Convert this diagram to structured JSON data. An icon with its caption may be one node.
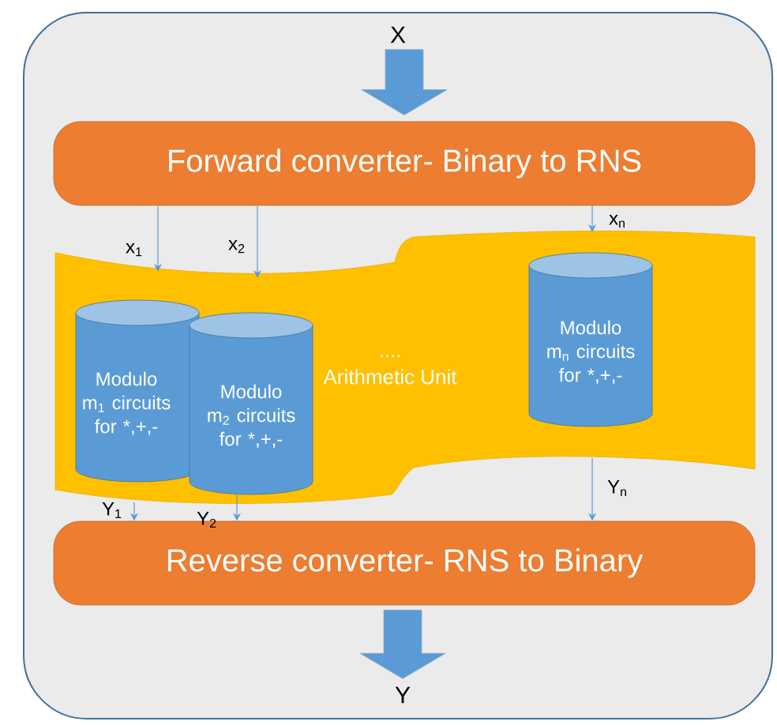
{
  "diagram": {
    "nodes": [
      {
        "text": [],
        "shape": "box"
      },
      {
        "text": [
          "X"
        ],
        "in": 0
      },
      {
        "text": [
          "Forward converter- Binary to RNS"
        ],
        "in": 0
      },
      {
        "text": [
          "....",
          "Arithmetic Unit"
        ],
        "in": 0
      },
      {
        "text": [
          "Modulo m$_{1}$ circuits for *,+,-"
        ],
        "in": 3
      },
      {
        "text": [
          "Modulo m$_{2}$ circuits for *,+,-"
        ],
        "in": 3
      },
      {
        "text": [
          "Modulo m$_{n}$ circuits for *,+,-"
        ],
        "in": 3
      },
      {
        "text": [
          "Reverse converter- RNS to Binary"
        ],
        "in": 0
      },
      {
        "text": [
          "Y"
        ],
        "in": 0
      }
    ],
    "edges": [
      {
        "from": 1,
        "to": 2,
        "arrow": "to",
        "style": "thick"
      },
      {
        "from": 2,
        "to": 3,
        "arrow": "to",
        "label": "x$_{1}$"
      },
      {
        "from": 2,
        "to": 3,
        "arrow": "to",
        "label": "x$_{2}$"
      },
      {
        "from": 2,
        "to": 3,
        "arrow": "to",
        "label": "x$_{n}$"
      },
      {
        "from": 3,
        "to": 7,
        "arrow": "to",
        "label": "Y$_{1}$"
      },
      {
        "from": 5,
        "to": 7,
        "arrow": "to",
        "label": "Y$_{2}$"
      },
      {
        "from": 3,
        "to": 7,
        "arrow": "to",
        "label": "Y$_{n}$"
      },
      {
        "from": 7,
        "to": 8,
        "arrow": "to",
        "style": "thick"
      }
    ]
  }
}
